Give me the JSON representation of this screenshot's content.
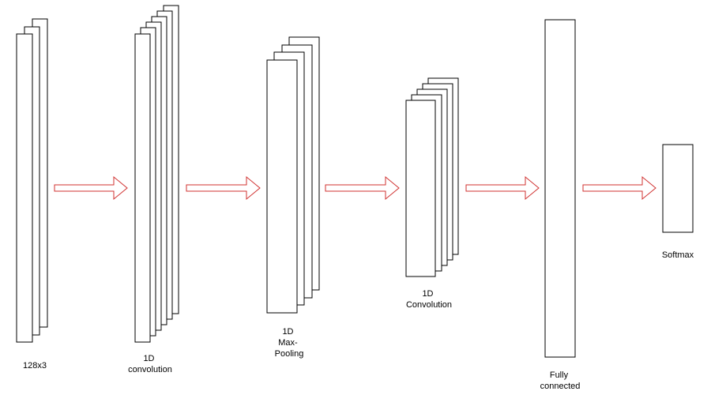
{
  "colors": {
    "stroke": "#000000",
    "fill": "#ffffff",
    "arrow": "#d0302f"
  },
  "layers": [
    {
      "id": "input",
      "label_lines": [
        "128x3"
      ],
      "stack": 3
    },
    {
      "id": "conv1",
      "label_lines": [
        "1D",
        "convolution"
      ],
      "stack": 6
    },
    {
      "id": "pool",
      "label_lines": [
        "1D",
        "Max-",
        "Pooling"
      ],
      "stack": 4
    },
    {
      "id": "conv2",
      "label_lines": [
        "1D",
        "Convolution"
      ],
      "stack": 5
    },
    {
      "id": "fc",
      "label_lines": [
        "Fully",
        "connected"
      ],
      "stack": 1
    },
    {
      "id": "softmax",
      "label_lines": [
        "Softmax"
      ],
      "stack": 1
    }
  ],
  "arrows": [
    {
      "from": "input",
      "to": "conv1"
    },
    {
      "from": "conv1",
      "to": "pool"
    },
    {
      "from": "pool",
      "to": "conv2"
    },
    {
      "from": "conv2",
      "to": "fc"
    },
    {
      "from": "fc",
      "to": "softmax"
    }
  ]
}
